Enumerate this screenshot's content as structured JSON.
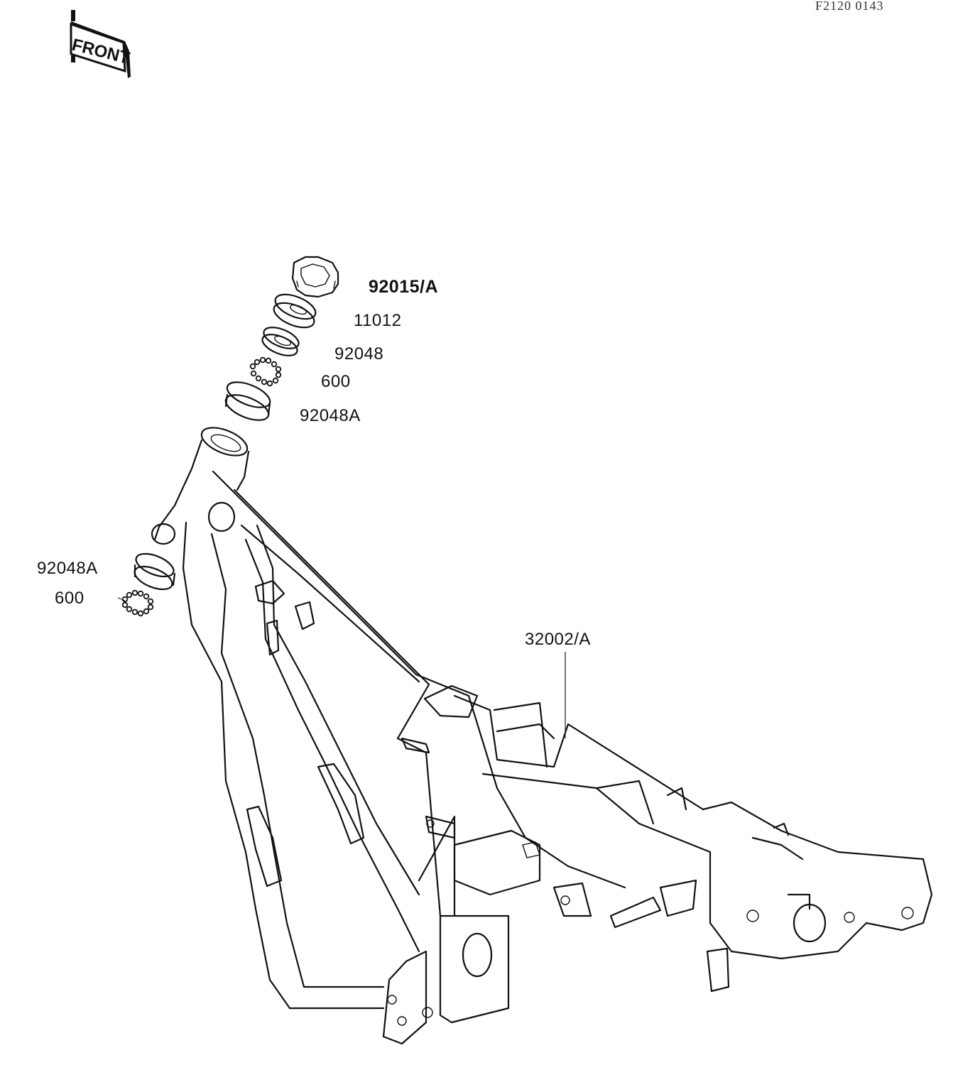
{
  "diagram": {
    "reference_code": "F2120 0143",
    "front_marker": "FRONT",
    "parts": [
      {
        "number": "92015/A",
        "bold": true
      },
      {
        "number": "11012",
        "bold": false
      },
      {
        "number": "92048",
        "bold": false
      },
      {
        "number": "600",
        "bold": false
      },
      {
        "number": "92048A",
        "bold": false
      },
      {
        "number": "92048A",
        "bold": false
      },
      {
        "number": "600",
        "bold": false
      },
      {
        "number": "32002/A",
        "bold": false
      }
    ]
  }
}
